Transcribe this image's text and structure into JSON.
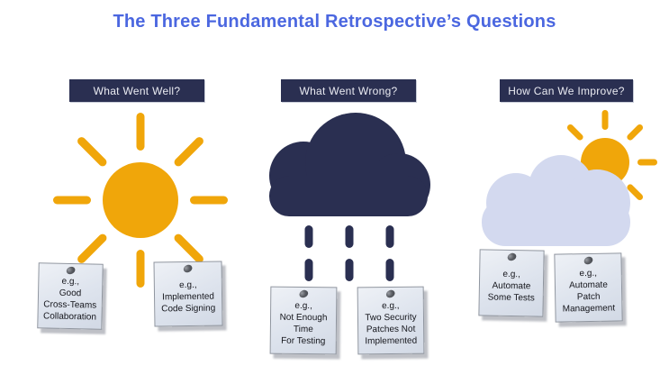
{
  "title": "The Three Fundamental Retrospective’s Questions",
  "colors": {
    "title_blue": "#4B67E0",
    "navy": "#2A2F51",
    "sun_yellow": "#F0A60A",
    "cloud_light": "#D3D9EF",
    "note_background": "#DDE3ED",
    "note_border": "#8F959F",
    "header_text": "#EAEBF2"
  },
  "columns": [
    {
      "header": "What Went Well?",
      "icon": "sun-icon",
      "notes": [
        {
          "lines": [
            "e.g.,",
            "Good",
            "Cross-Teams",
            "Collaboration"
          ]
        },
        {
          "lines": [
            "e.g.,",
            "Implemented",
            "Code Signing"
          ]
        }
      ]
    },
    {
      "header": "What Went Wrong?",
      "icon": "rain-cloud-icon",
      "notes": [
        {
          "lines": [
            "e.g.,",
            "Not Enough",
            "Time",
            "For Testing"
          ]
        },
        {
          "lines": [
            "e.g.,",
            "Two Security",
            "Patches Not",
            "Implemented"
          ]
        }
      ]
    },
    {
      "header": "How Can We Improve?",
      "icon": "sun-behind-cloud-icon",
      "notes": [
        {
          "lines": [
            "e.g.,",
            "Automate",
            "Some Tests"
          ]
        },
        {
          "lines": [
            "e.g.,",
            "Automate",
            "Patch",
            "Management"
          ]
        }
      ]
    }
  ]
}
